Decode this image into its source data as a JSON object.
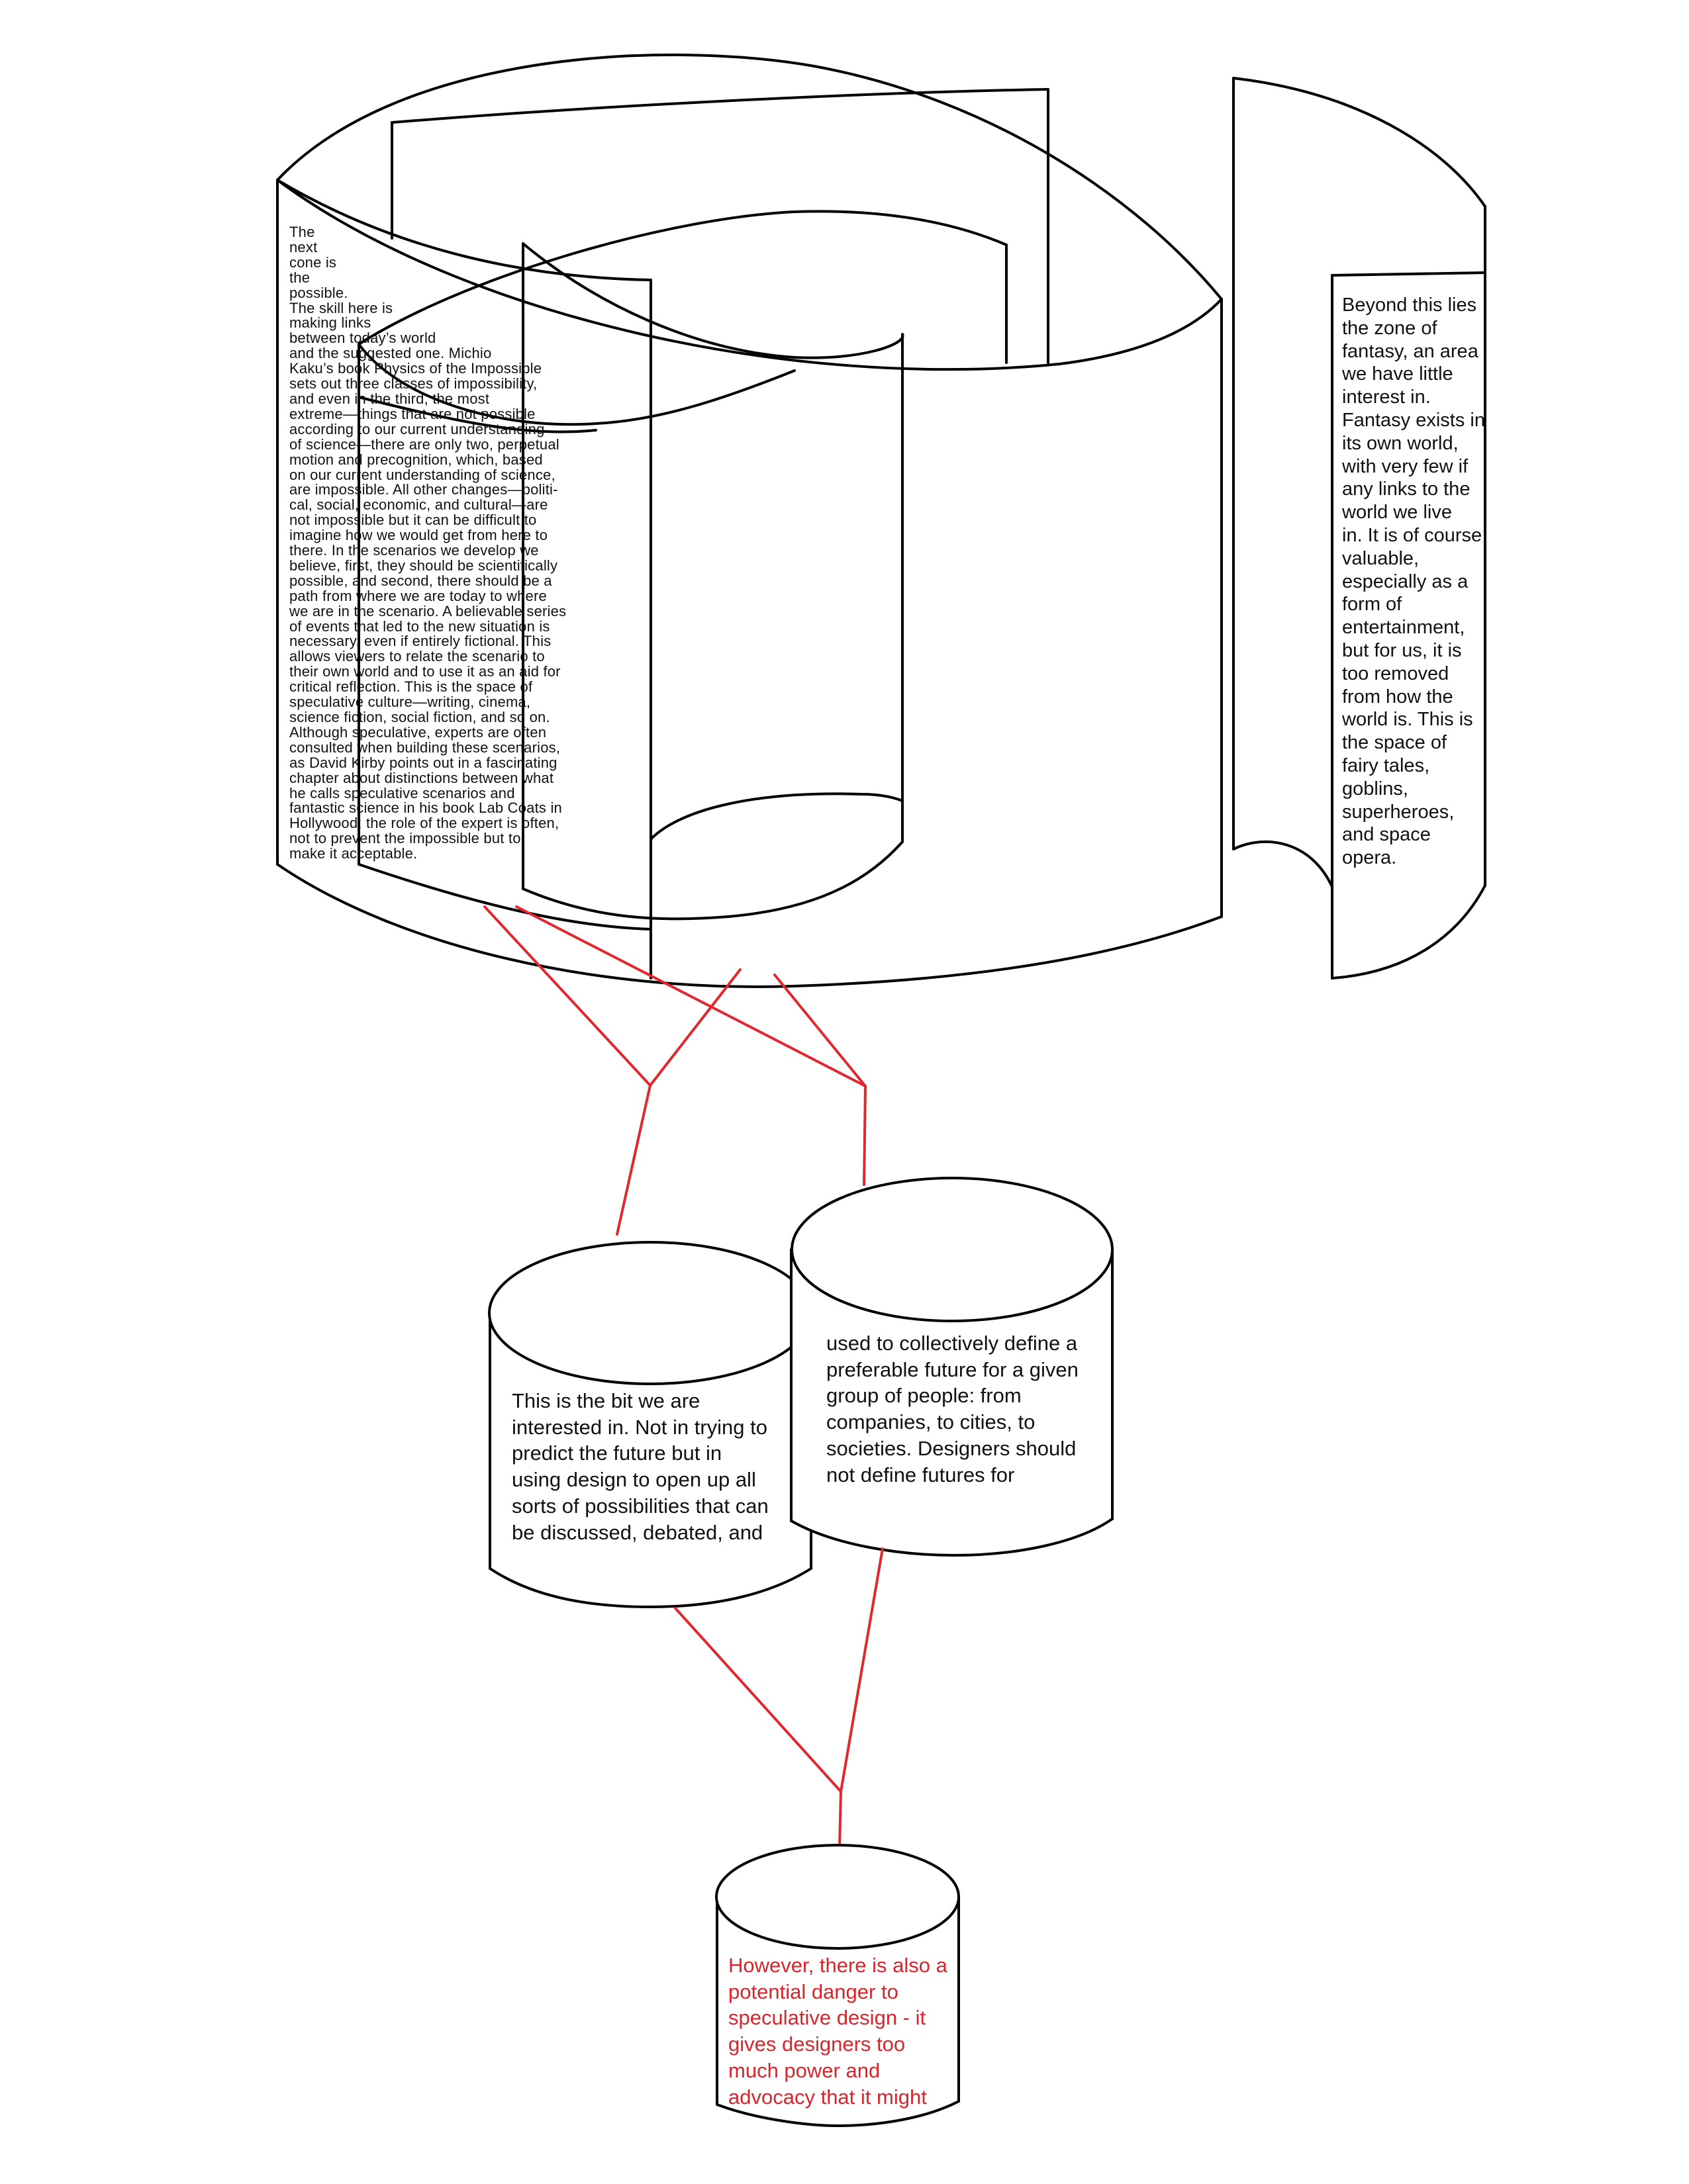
{
  "diagram": {
    "colors": {
      "outline": "#000000",
      "connector": "#e0282e",
      "red_text": "#d9242b",
      "background": "#ffffff"
    },
    "possible_cone_text": "The\nnext\ncone is\nthe\npossible.\nThe skill here is\nmaking links\nbetween today’s world\nand the suggested one. Michio\nKaku’s book Physics of the Impossible\nsets out three classes of impossibility,\nand even in the third, the most\nextreme—things that are not possible\naccording to our current understanding\nof science—there are only two, perpetual\nmotion and precognition, which, based\non our current understanding of science,\nare impossible. All other changes—politi-\ncal, social, economic, and cultural—are\nnot impossible but it can be difficult to\nimagine how we would get from here to\nthere. In the scenarios we develop we\nbelieve, first, they should be scientifically\npossible, and second, there should be a\npath from where we are today to where\nwe are in the scenario. A believable series\nof events that led to the new situation is\nnecessary, even if entirely fictional. This\nallows viewers to relate the scenario to\ntheir own world and to use it as an aid for\ncritical reflection. This is the space of\nspeculative culture—writing, cinema,\nscience fiction, social fiction, and so on.\nAlthough speculative, experts are often\nconsulted when building these scenarios,\nas David Kirby points out in a fascinating\nchapter about distinctions between what\nhe calls speculative scenarios and\nfantastic science in his book Lab Coats in\nHollywood; the role of the expert is often,\nnot to prevent the impossible but to\nmake it acceptable.",
    "fantasy_panel_text": "Beyond this lies\nthe zone of\nfantasy, an area\nwe have little\ninterest in.\nFantasy exists in\nits own world,\nwith very few if\nany links to the\nworld we live\nin. It is of course\nvaluable,\nespecially as a\nform of\nentertainment,\nbut for us, it is\ntoo removed\nfrom how the\nworld is. This is\nthe space of\nfairy tales,\ngoblins,\nsuperheroes,\nand space\nopera.",
    "cylinder_left_text": "This is the bit we are\ninterested in. Not in trying to\npredict the future but in\nusing design to open up all\nsorts of possibilities that can\nbe discussed, debated, and",
    "cylinder_right_text": "used to collectively define a\npreferable future for a given\ngroup of people: from\ncompanies, to cities, to\nsocieties. Designers should\nnot define futures for",
    "cylinder_bottom_text": "However, there is also a\npotential danger to\nspeculative design - it\ngives designers too\nmuch power and\nadvocacy that it might"
  }
}
